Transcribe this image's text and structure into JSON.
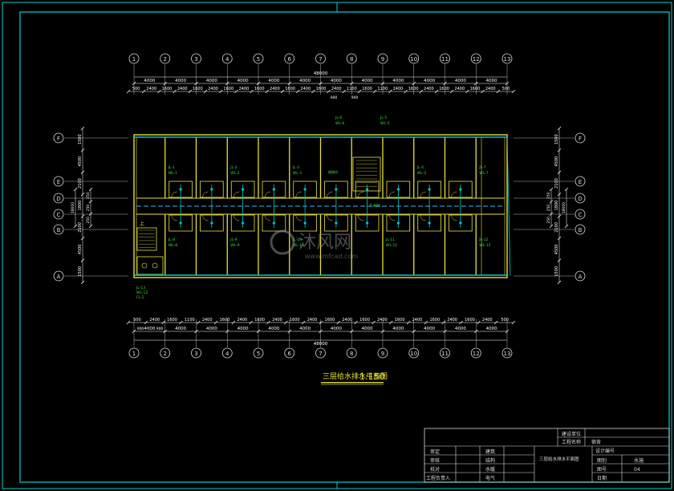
{
  "drawing": {
    "title": "三层给水排水平面图",
    "scale": "1:150",
    "colors": {
      "background": "#000000",
      "frame": "#00d2d2",
      "grid": "#dcdcdc",
      "wall": "#e8e03a",
      "pipe_supply": "#00c8c8",
      "pipe_drain": "#3ab8ff",
      "label": "#33dd44",
      "dimension": "#ffffff"
    },
    "column_axes": [
      "1",
      "2",
      "3",
      "4",
      "5",
      "6",
      "7",
      "8",
      "9",
      "10",
      "11",
      "12",
      "13"
    ],
    "row_axes_left": [
      "F",
      "E",
      "D",
      "C",
      "B",
      "A"
    ],
    "row_axes_right": [
      "F",
      "E",
      "D",
      "C",
      "B",
      "A"
    ],
    "top_dims": {
      "total": "48000",
      "bays": [
        "4000",
        "4000",
        "4000",
        "4000",
        "4000",
        "4000",
        "4000",
        "4000",
        "4000",
        "4000",
        "4000",
        "4000"
      ],
      "details": [
        "500",
        "2400",
        "1600",
        "2400",
        "1600",
        "2400",
        "1600",
        "2400",
        "1600",
        "2400",
        "1600",
        "2400",
        "1600",
        "2400",
        "1100",
        "1600",
        "1100",
        "2400",
        "1600",
        "2400",
        "1600",
        "2400",
        "1600",
        "2400",
        "500"
      ],
      "small": [
        "900",
        "900"
      ]
    },
    "bottom_dims": {
      "details": [
        "500",
        "2400",
        "1600",
        "1100",
        "2400",
        "1600",
        "2400",
        "1600",
        "2400",
        "1600",
        "2400",
        "1600",
        "2400",
        "1600",
        "2400",
        "1600",
        "2400",
        "1600",
        "2400",
        "1600",
        "2400",
        "500"
      ],
      "small": [
        "900",
        "900"
      ],
      "bays": [
        "4000",
        "4000",
        "4000",
        "4000",
        "4000",
        "4000",
        "4000",
        "4000",
        "4000",
        "4000",
        "4000",
        "4000"
      ],
      "total": "48000"
    },
    "side_dims_left": [
      "1500",
      "4500",
      "2100",
      "1800",
      "2100",
      "4500",
      "1500"
    ],
    "side_dims_left_sub": [
      "250",
      "250",
      "250"
    ],
    "side_dims_left_total": "18000",
    "side_dims_right": [
      "1500",
      "4500",
      "2100",
      "1800",
      "2100",
      "4500",
      "1500"
    ],
    "side_dims_right_sub": [
      "250",
      "250",
      "250"
    ],
    "side_dims_right_total": "18000",
    "labels": {
      "stair_up": "上",
      "level": "7.400",
      "room_note": "楼梯间"
    },
    "pipe_tags_top": [
      "JL-6",
      "WL-6",
      "JL-5",
      "WL-5"
    ],
    "pipe_tags_rooms_north": [
      "JL-1",
      "WL-1",
      "JL-2",
      "WL-2",
      "JL-3",
      "WL-3",
      "JL-4",
      "WL-4",
      "JL-7",
      "WL-7"
    ],
    "pipe_tags_rooms_south": [
      "JL-8",
      "WL-8",
      "JL-9",
      "WL-9",
      "JL-10",
      "WL-10",
      "JL-11",
      "WL-11",
      "JL-12",
      "WL-12"
    ],
    "pipe_tags_bottom": [
      "JL-13",
      "WL-13",
      "FL-1"
    ],
    "watermark": {
      "text": "沐风网",
      "url": "www.mfcad.com"
    }
  },
  "title_block": {
    "project_label": "建设单位",
    "project_name_label": "工程名称",
    "project_name_value": "宿舍",
    "rows_left": [
      "审定",
      "审核",
      "校对",
      "工程负责人"
    ],
    "rows_mid": [
      "建筑",
      "结构",
      "水暖",
      "电气"
    ],
    "drawing_name": "三层给水排水平面图",
    "design_no_label": "设计编号",
    "info_labels": [
      "图别",
      "图号",
      "日期"
    ],
    "info_values": [
      "水施",
      "04",
      ""
    ]
  }
}
